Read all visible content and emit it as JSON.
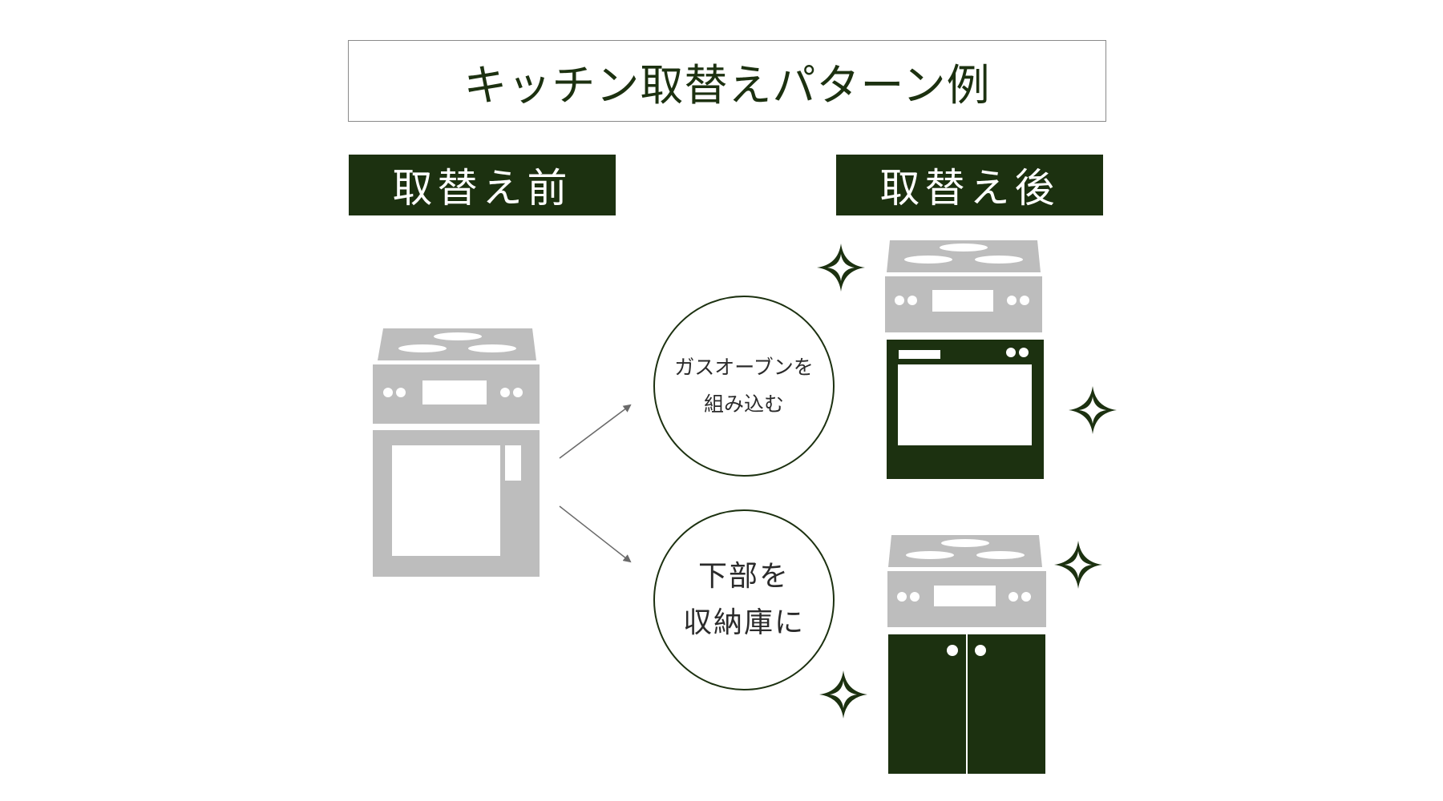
{
  "title": "キッチン取替えパターン例",
  "labels": {
    "before": "取替え前",
    "after": "取替え後"
  },
  "options": [
    {
      "line1": "ガスオーブンを",
      "line2": "組み込む"
    },
    {
      "line1": "下部を",
      "line2": "収納庫に"
    }
  ],
  "colors": {
    "dark_green": "#1c3110",
    "appliance_gray": "#bdbdbd",
    "arrow_gray": "#6a6a6a"
  },
  "icons": [
    "sparkle-icon",
    "stove-icon",
    "arrow-icon"
  ]
}
